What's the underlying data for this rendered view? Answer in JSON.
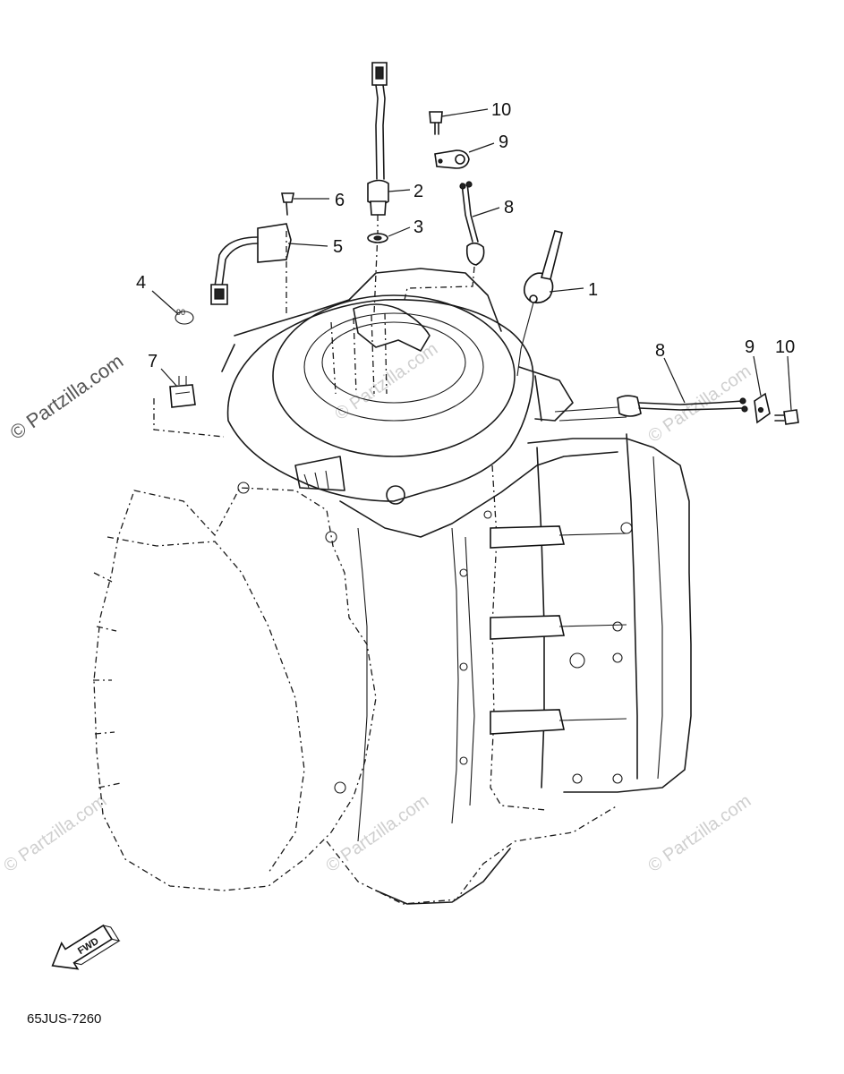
{
  "callouts": {
    "p1": "1",
    "p2": "2",
    "p3": "3",
    "p4": "4",
    "p5": "5",
    "p6": "6",
    "p7": "7",
    "p8_top": "8",
    "p8_side": "8",
    "p9_top": "9",
    "p9_side": "9",
    "p10_top": "10",
    "p10_side": "10"
  },
  "fwd_label": "FWD",
  "diagram_code": "65JUS-7260",
  "watermark": {
    "left": "© Partzilla.com",
    "center": "© Partzilla.com",
    "right_upper": "© Partzilla.com",
    "bottom_left": "© Partzilla.com",
    "bottom_center": "© Partzilla.com",
    "bottom_right": "© Partzilla.com"
  },
  "colors": {
    "line": "#1a1a1a",
    "watermark": "#cfcfcf"
  }
}
